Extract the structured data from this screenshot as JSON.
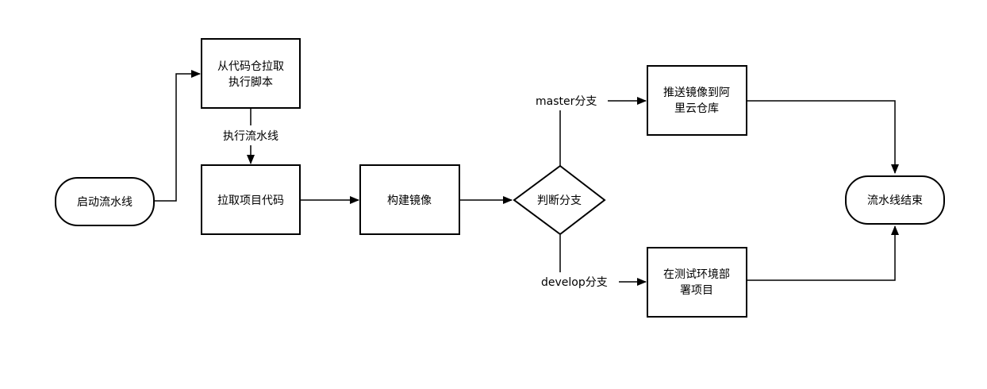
{
  "nodes": {
    "start": "启动流水线",
    "pull_script_line1": "从代码仓拉取",
    "pull_script_line2": "执行脚本",
    "pull_code": "拉取项目代码",
    "build_image": "构建镜像",
    "decision": "判断分支",
    "push_image_line1": "推送镜像到阿",
    "push_image_line2": "里云仓库",
    "deploy_test_line1": "在测试环境部",
    "deploy_test_line2": "署项目",
    "end": "流水线结束"
  },
  "edges": {
    "run_pipeline": "执行流水线",
    "master_branch": "master分支",
    "develop_branch": "develop分支"
  },
  "colors": {
    "stroke": "#000000",
    "fill": "#ffffff"
  }
}
